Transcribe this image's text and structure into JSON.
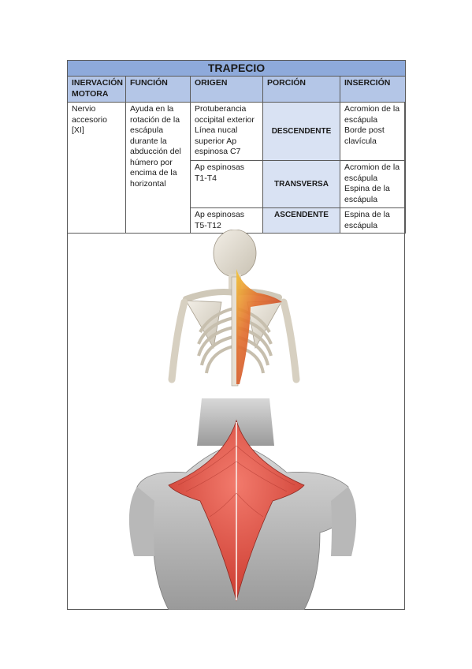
{
  "table": {
    "title": "TRAPECIO",
    "headers": [
      "INERVACIÓN MOTORA",
      "FUNCIÓN",
      "ORIGEN",
      "PORCIÓN",
      "INSERCIÓN"
    ],
    "inervacion": "Nervio accesorio [XI]",
    "funcion": "Ayuda en la rotación de la escápula durante la abducción del húmero por encima de la horizontal",
    "rows": [
      {
        "origen": "Protuberancia occipital exterior Línea nucal superior Ap espinosa C7",
        "porcion": "DESCENDENTE",
        "insercion": "Acromion de la escápula Borde post clavícula"
      },
      {
        "origen": "Ap espinosas T1-T4",
        "porcion": "TRANSVERSA",
        "insercion": "Acromion de la escápula Espina de la escápula"
      },
      {
        "origen": "Ap espinosas T5-T12",
        "porcion": "ASCENDENTE",
        "insercion": "Espina de la escápula"
      }
    ]
  },
  "colors": {
    "title_bg": "#8eaadb",
    "header_bg": "#b4c6e7",
    "porcion_bg": "#d9e2f3",
    "muscle": "#d9453a"
  }
}
